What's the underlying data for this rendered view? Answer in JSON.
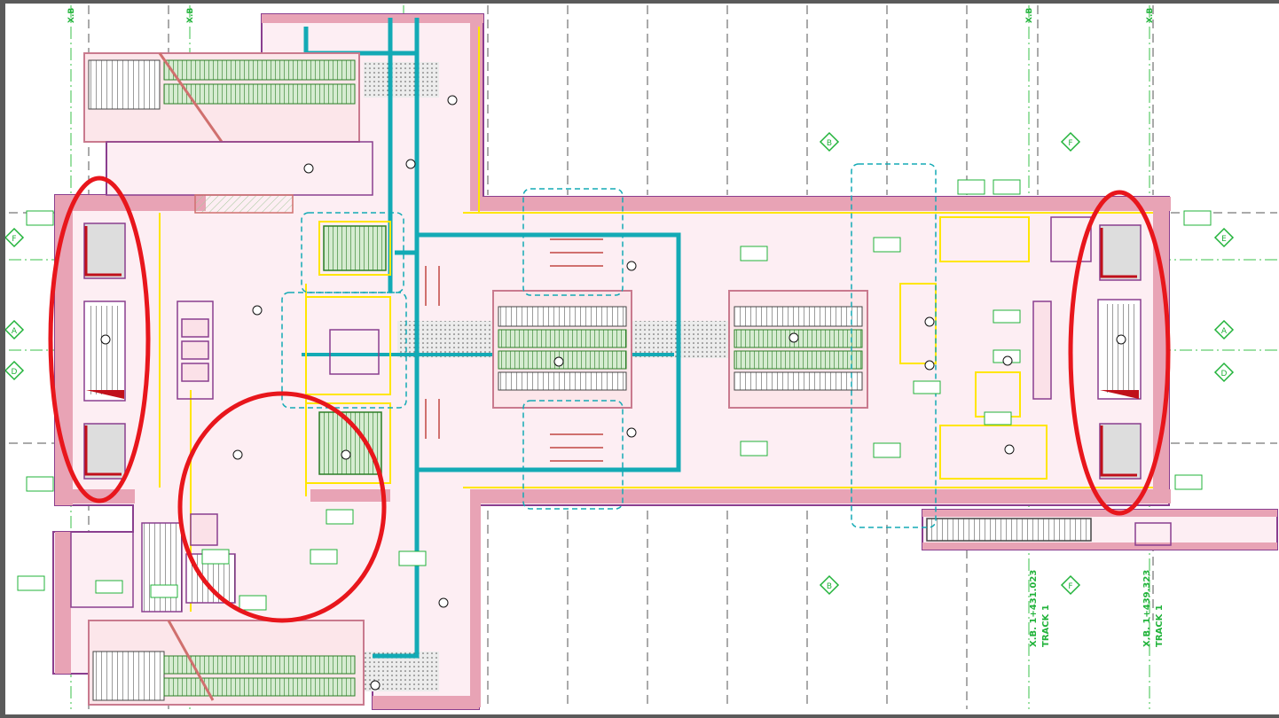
{
  "drawing": {
    "chainage_labels": [
      {
        "line1": "X.B. 1+431.023",
        "line2": "TRACK 1"
      },
      {
        "line1": "X.B. 1+439.323",
        "line2": "TRACK 1"
      }
    ],
    "grid_tags_top": [
      "X.B",
      "X.B",
      "X.B",
      "X.B"
    ],
    "section_markers": [
      "A",
      "D",
      "E",
      "F",
      "A",
      "D",
      "B",
      "B",
      "F",
      "F"
    ],
    "highlight_color": "#e8161c",
    "wall_color": "#e8a3b5",
    "duct_color": "#13aab5",
    "stair_color": "#3fa63a"
  }
}
